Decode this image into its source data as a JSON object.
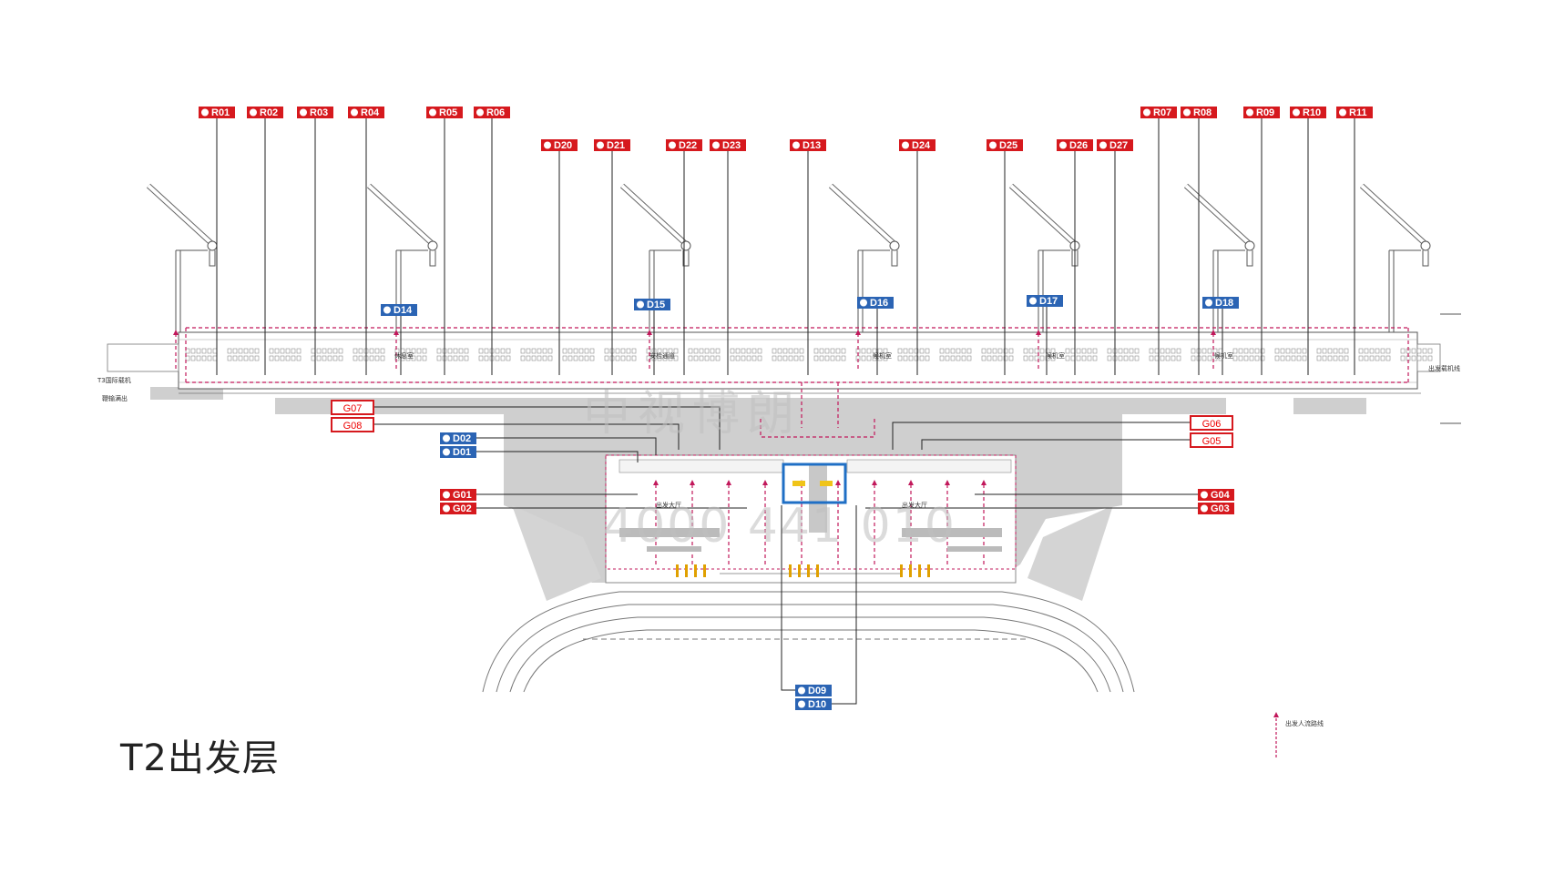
{
  "title": "T2出发层",
  "watermark": {
    "line1": "中视博朗",
    "line2": "4000 441 010"
  },
  "colors": {
    "red": "#d6191e",
    "blue": "#2b64b4",
    "route": "#c2185b",
    "highlight": "#1f6fc5"
  },
  "labels": {
    "R01": "R01",
    "R02": "R02",
    "R03": "R03",
    "R04": "R04",
    "R05": "R05",
    "R06": "R06",
    "R07": "R07",
    "R08": "R08",
    "R09": "R09",
    "R10": "R10",
    "R11": "R11",
    "D20": "D20",
    "D21": "D21",
    "D22": "D22",
    "D23": "D23",
    "D13": "D13",
    "D24": "D24",
    "D25": "D25",
    "D26": "D26",
    "D27": "D27",
    "D14": "D14",
    "D15": "D15",
    "D16": "D16",
    "D17": "D17",
    "D18": "D18",
    "D01": "D01",
    "D02": "D02",
    "D09": "D09",
    "D10": "D10",
    "G01": "G01",
    "G02": "G02",
    "G03": "G03",
    "G04": "G04",
    "G05": "G05",
    "G06": "G06",
    "G07": "G07",
    "G08": "G08"
  },
  "small_text": {
    "t3_a": "T3国际载机",
    "t3_b": "鞭输满出",
    "right": "出发载机线",
    "pier1": "休息室",
    "pier2": "安检通道",
    "pier3": "候机室",
    "pier4": "候机室",
    "pier5": "候机室",
    "hall_l": "出发大厅",
    "hall_r": "出发大厅"
  },
  "legend": {
    "text": "出发人流路线"
  }
}
